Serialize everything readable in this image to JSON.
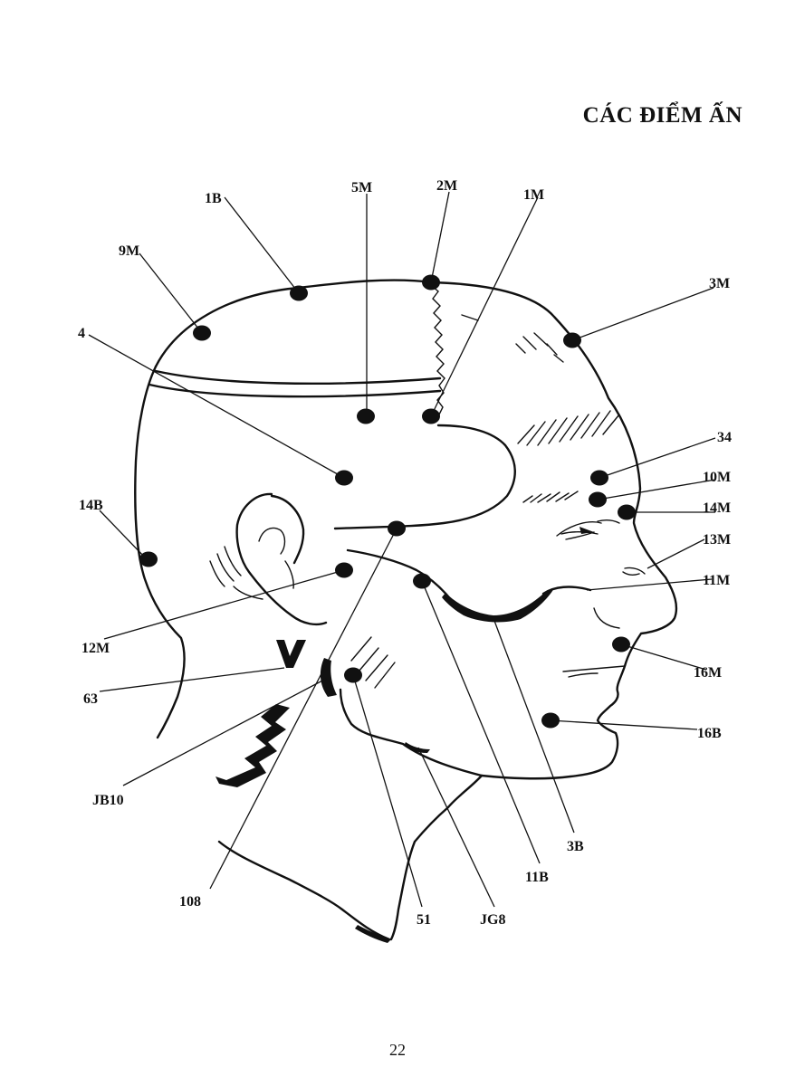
{
  "page": {
    "title": "CÁC ĐIỂM ẤN",
    "page_number": "22"
  },
  "points": [
    {
      "id": "pt-1B",
      "label": "1B"
    },
    {
      "id": "pt-5M",
      "label": "5M"
    },
    {
      "id": "pt-2M",
      "label": "2M"
    },
    {
      "id": "pt-1M",
      "label": "1M"
    },
    {
      "id": "pt-9M",
      "label": "9M"
    },
    {
      "id": "pt-3M",
      "label": "3M"
    },
    {
      "id": "pt-4",
      "label": "4"
    },
    {
      "id": "pt-34",
      "label": "34"
    },
    {
      "id": "pt-10M",
      "label": "10M"
    },
    {
      "id": "pt-14B",
      "label": "14B"
    },
    {
      "id": "pt-14M",
      "label": "14M"
    },
    {
      "id": "pt-13M",
      "label": "13M"
    },
    {
      "id": "pt-11M",
      "label": "11M"
    },
    {
      "id": "pt-12M",
      "label": "12M"
    },
    {
      "id": "pt-16M",
      "label": "16M"
    },
    {
      "id": "pt-63",
      "label": "63"
    },
    {
      "id": "pt-16B",
      "label": "16B"
    },
    {
      "id": "pt-JB10",
      "label": "JB10"
    },
    {
      "id": "pt-3B",
      "label": "3B"
    },
    {
      "id": "pt-11B",
      "label": "11B"
    },
    {
      "id": "pt-108",
      "label": "108"
    },
    {
      "id": "pt-51",
      "label": "51"
    },
    {
      "id": "pt-JG8",
      "label": "JG8"
    }
  ],
  "colors": {
    "ink": "#111111",
    "paper": "#ffffff"
  }
}
